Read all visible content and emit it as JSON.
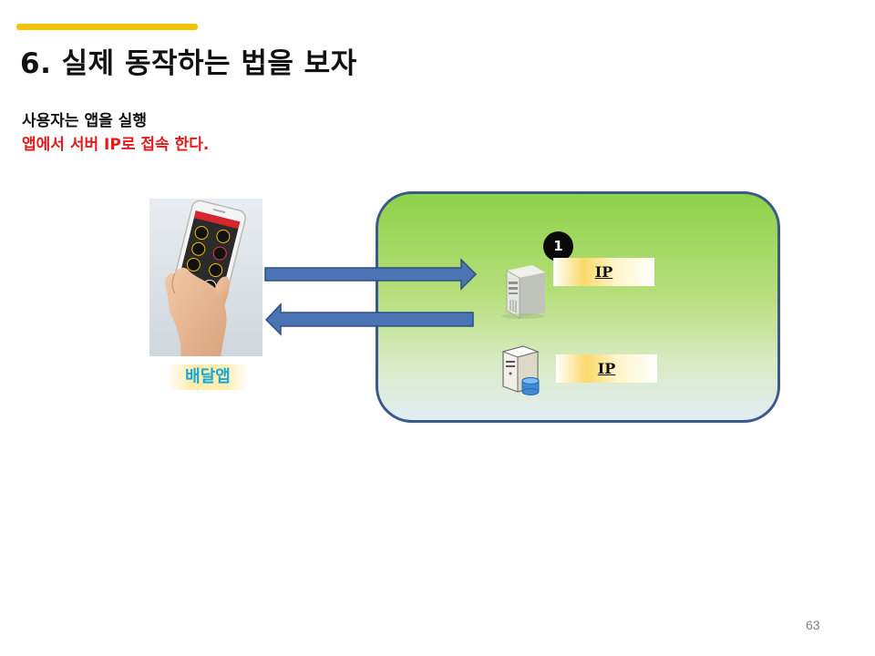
{
  "slide": {
    "title": "6. 실제 동작하는 법을 보자",
    "description_line1": "사용자는 앱을 실행",
    "description_line2": "앱에서 서버 IP로 접속 한다.",
    "page_number": "63"
  },
  "diagram": {
    "app_label": "배달앱",
    "step_badge": "1",
    "ip_label_1": "IP",
    "ip_label_2": "IP"
  },
  "colors": {
    "accent": "#f5c200",
    "highlight_text": "#e31b1b",
    "app_label_text": "#1aa7d6",
    "arrow": "#4a74b4",
    "cloud_border": "#3b5a87",
    "cloud_fill_top": "#8ed24a",
    "cloud_fill_bottom": "#e3edf5"
  },
  "icons": {
    "phone": "hand-holding-smartphone-icon",
    "web_server": "server-tower-icon",
    "db_server": "database-server-icon",
    "arrow_request": "arrow-right-icon",
    "arrow_response": "arrow-left-icon"
  }
}
